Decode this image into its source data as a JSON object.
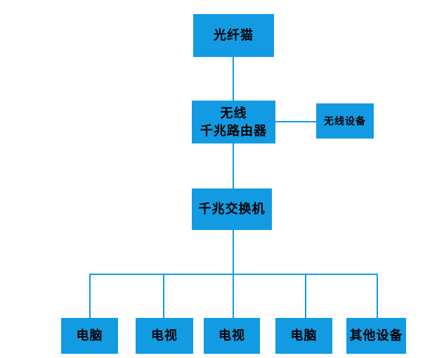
{
  "diagram": {
    "type": "network-topology-flowchart",
    "accent_color": "#129BE3",
    "text_color": "#000000",
    "background_color": "#ffffff",
    "nodes": {
      "modem": {
        "label": "光纤猫"
      },
      "router": {
        "label_line1": "无线",
        "label_line2": "千兆路由器"
      },
      "wireless": {
        "label": "无线设备"
      },
      "switch": {
        "label": "千兆交换机"
      },
      "pc1": {
        "label": "电脑"
      },
      "tv1": {
        "label": "电视"
      },
      "tv2": {
        "label": "电视"
      },
      "pc2": {
        "label": "电脑"
      },
      "other": {
        "label": "其他设备"
      }
    },
    "edges": [
      {
        "from": "modem",
        "to": "router"
      },
      {
        "from": "router",
        "to": "wireless"
      },
      {
        "from": "router",
        "to": "switch"
      },
      {
        "from": "switch",
        "to": "pc1"
      },
      {
        "from": "switch",
        "to": "tv1"
      },
      {
        "from": "switch",
        "to": "tv2"
      },
      {
        "from": "switch",
        "to": "pc2"
      },
      {
        "from": "switch",
        "to": "other"
      }
    ]
  }
}
